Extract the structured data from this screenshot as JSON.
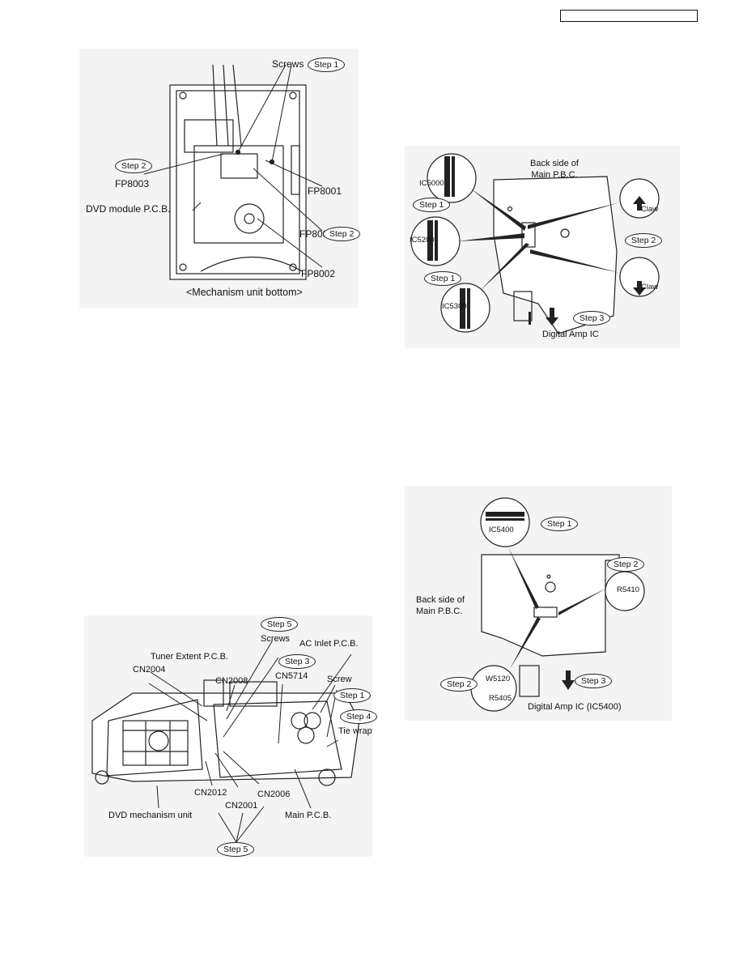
{
  "page": {
    "header_box_text": ""
  },
  "fig1": {
    "screws": "Screws",
    "step1": "Step 1",
    "step2a": "Step 2",
    "step2b": "Step 2",
    "fp8003": "FP8003",
    "fp8001": "FP8001",
    "fp8004": "FP8004",
    "fp8002": "FP8002",
    "dvd_module": "DVD module P.C.B.",
    "caption": "<Mechanism unit bottom>"
  },
  "fig2": {
    "back_side": "Back side of\nMain P.B.C.",
    "ic5000": "IC5000",
    "ic5200": "IC5200",
    "ic5300": "IC5300",
    "step1a": "Step 1",
    "step1b": "Step 1",
    "step2": "Step 2",
    "step3": "Step 3",
    "claw1": "Claw",
    "claw2": "Claw",
    "digital_amp": "Digital Amp IC"
  },
  "fig3": {
    "step5_top": "Step 5",
    "screws": "Screws",
    "ac_inlet": "AC Inlet P.C.B.",
    "tuner_extent": "Tuner Extent P.C.B.",
    "cn2004": "CN2004",
    "cn2008": "CN2008",
    "step3": "Step 3",
    "cn5714": "CN5714",
    "screw": "Screw",
    "step1": "Step 1",
    "step4": "Step 4",
    "tie_wrap": "Tie wrap",
    "cn2012": "CN2012",
    "cn2001": "CN2001",
    "cn2006": "CN2006",
    "dvd_mech": "DVD mechanism unit",
    "main_pcb": "Main P.C.B.",
    "step5_bottom": "Step 5"
  },
  "fig4": {
    "ic5400": "IC5400",
    "step1": "Step 1",
    "step2a": "Step 2",
    "step2b": "Step 2",
    "step3": "Step 3",
    "back_side": "Back side of\nMain P.B.C.",
    "r5410": "R5410",
    "w5120": "W5120",
    "r5405": "R5405",
    "digital_amp": "Digital Amp IC (IC5400)"
  }
}
